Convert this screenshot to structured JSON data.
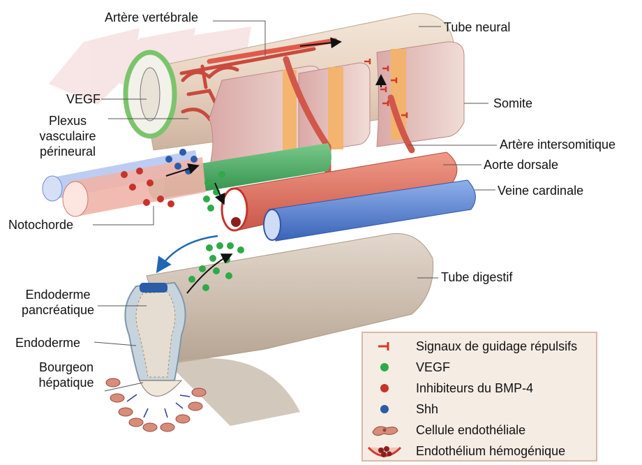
{
  "labels": {
    "artere_vertebrale": "Artère vertébrale",
    "tube_neural": "Tube neural",
    "vegf": "VEGF",
    "plexus": [
      "Plexus",
      "vasculaire",
      "périneural"
    ],
    "somite": "Somite",
    "artere_intersomitique": "Artère intersomitique",
    "aorte_dorsale": "Aorte dorsale",
    "veine_cardinale": "Veine cardinale",
    "notochorde": "Notochorde",
    "tube_digestif": "Tube digestif",
    "endoderme_pancreatique": [
      "Endoderme",
      "pancréatique"
    ],
    "endoderme": "Endoderme",
    "bourgeon_hepatique": [
      "Bourgeon",
      "hépatique"
    ]
  },
  "legend": [
    {
      "symbol": "repulsive-signal",
      "label": "Signaux de guidage répulsifs"
    },
    {
      "symbol": "vegf-dot",
      "label": "VEGF"
    },
    {
      "symbol": "bmp4-inhibitor-dot",
      "label": "Inhibiteurs du BMP-4"
    },
    {
      "symbol": "shh-dot",
      "label": "Shh"
    },
    {
      "symbol": "endothelial-cell",
      "label": "Cellule endothéliale"
    },
    {
      "symbol": "hemogenic-endothelium",
      "label": "Endothélium hémogénique"
    }
  ],
  "colors": {
    "vegf": "#2eaa48",
    "bmp4_inhibitor": "#c8322c",
    "shh": "#2a5ca8",
    "repulsive": "#d23a2a",
    "vessel_red": "#e07060",
    "vein_blue": "#4f7ccf",
    "notochord_green": "#3aa35a",
    "gut": "#cfc0b0",
    "neural_tube": "#e9d7c7",
    "somite_orange": "#f2a246",
    "legend_bg": "#f5ece4"
  }
}
